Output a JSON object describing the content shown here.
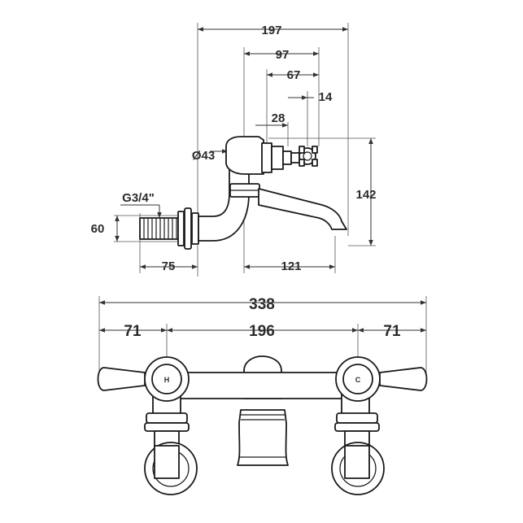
{
  "side_view": {
    "dims": {
      "overall_depth": "197",
      "spout_reach": "97",
      "handle_offset": "67",
      "handle_width": "14",
      "body_offset": "28",
      "body_diameter": "Ø43",
      "height": "142",
      "thread": "G3/4\"",
      "inlet_height": "60",
      "inlet_length": "75",
      "spout_length": "121"
    }
  },
  "front_view": {
    "dims": {
      "overall_width": "338",
      "left_handle": "71",
      "centres": "196",
      "right_handle": "71"
    },
    "indices": {
      "hot": "H",
      "cold": "C"
    }
  }
}
